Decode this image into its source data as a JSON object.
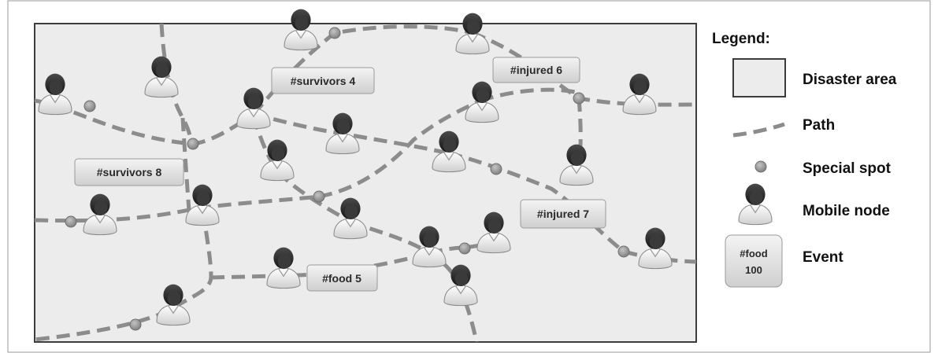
{
  "legend": {
    "title": "Legend:",
    "disaster_area": "Disaster area",
    "path": "Path",
    "special_spot": "Special spot",
    "mobile_node": "Mobile node",
    "event": "Event",
    "event_sample_line1": "#food",
    "event_sample_line2": "100"
  },
  "events": [
    {
      "label": "#survivors 4"
    },
    {
      "label": "#injured 6"
    },
    {
      "label": "#survivors 8"
    },
    {
      "label": "#injured 7"
    },
    {
      "label": "#food 5"
    }
  ],
  "colors": {
    "disaster_area_fill": "#ececec",
    "path": "#8c8c8c",
    "special_spot": "#8f8f8f",
    "event_fill": "#e2e2e2",
    "node_head": "#2b2b2b",
    "node_body": "#f4f4f4"
  },
  "icons": {
    "mobile_node": "person-icon",
    "special_spot": "circle-spot-icon"
  }
}
